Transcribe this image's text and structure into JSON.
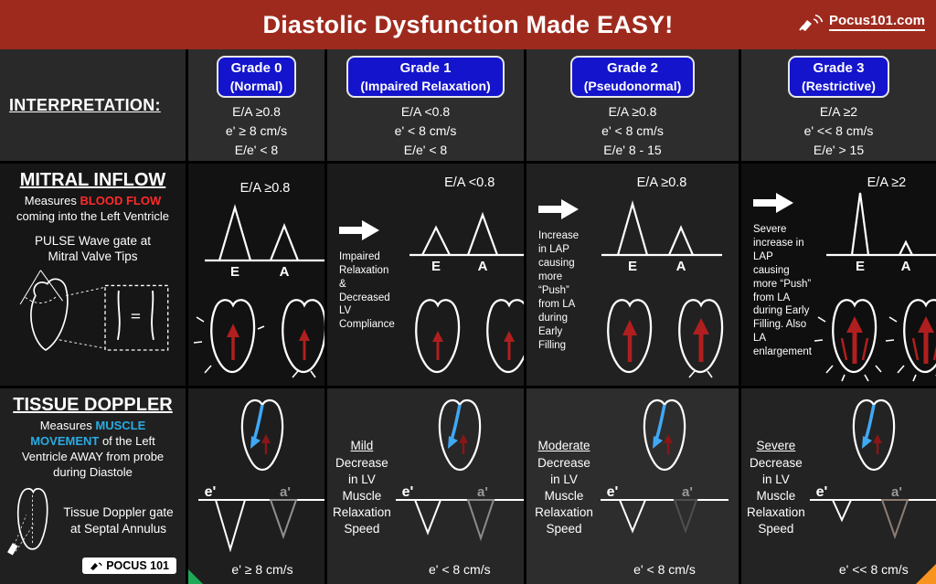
{
  "header": {
    "title": "Diastolic Dysfunction Made EASY!",
    "logo_text": "Pocus101.com"
  },
  "interpretation_label": "INTERPRETATION:",
  "waveform_labels": {
    "e": "E",
    "a": "A",
    "e_prime": "e'",
    "a_prime": "a'"
  },
  "mitral_label": {
    "title": "MITRAL INFLOW",
    "measures_pre": "Measures ",
    "measures_highlight": "BLOOD FLOW",
    "measures_post": " coming into the Left Ventricle",
    "gate_text": "PULSE Wave gate at Mitral Valve Tips"
  },
  "tissue_label": {
    "title": "TISSUE DOPPLER",
    "measures_pre": "Measures ",
    "measures_highlight": "MUSCLE MOVEMENT",
    "measures_post": " of the Left Ventricle AWAY from probe during Diastole",
    "gate_text": "Tissue Doppler gate at Septal Annulus",
    "badge_text": "POCUS 101"
  },
  "grades": [
    {
      "name": "Grade 0",
      "subtitle": "(Normal)",
      "criteria": [
        "E/A ≥0.8",
        "e' ≥ 8 cm/s",
        "E/e' < 8"
      ],
      "mitral_ea": "E/A ≥0.8",
      "mitral_note": "",
      "tissue_severity": "",
      "tissue_note": "",
      "tissue_value": "e' ≥ 8 cm/s"
    },
    {
      "name": "Grade 1",
      "subtitle": "(Impaired Relaxation)",
      "criteria": [
        "E/A <0.8",
        "e' < 8 cm/s",
        "E/e' < 8"
      ],
      "mitral_ea": "E/A <0.8",
      "mitral_note": "Impaired Relaxation & Decreased LV Compliance",
      "tissue_severity": "Mild",
      "tissue_note": " Decrease in LV Muscle Relaxation Speed",
      "tissue_value": "e' < 8 cm/s"
    },
    {
      "name": "Grade 2",
      "subtitle": "(Pseudonormal)",
      "criteria": [
        "E/A ≥0.8",
        "e' < 8 cm/s",
        "E/e' 8 - 15"
      ],
      "mitral_ea": "E/A ≥0.8",
      "mitral_note": "Increase in LAP causing more “Push” from LA during Early Filling",
      "tissue_severity": "Moderate",
      "tissue_note": " Decrease in LV Muscle Relaxation Speed",
      "tissue_value": "e' < 8 cm/s"
    },
    {
      "name": "Grade 3",
      "subtitle": "(Restrictive)",
      "criteria": [
        "E/A ≥2",
        "e' << 8 cm/s",
        "E/e' > 15"
      ],
      "mitral_ea": "E/A ≥2",
      "mitral_note": "Severe increase in LAP causing more “Push” from LA during Early Filling. Also LA enlargement",
      "tissue_severity": "Severe",
      "tissue_note": " Decrease in LV Muscle Relaxation Speed",
      "tissue_value": "e' << 8 cm/s"
    }
  ],
  "colors": {
    "banner": "#9e2a1d",
    "grade_button": "#1414cc",
    "blood_flow_highlight": "#ff2a2a",
    "muscle_movement_highlight": "#29abe2",
    "red_arrow": "#b01f1f",
    "blue_arrow": "#3fa9f5",
    "green_accent": "#1fa857",
    "orange_accent": "#f7931e"
  }
}
